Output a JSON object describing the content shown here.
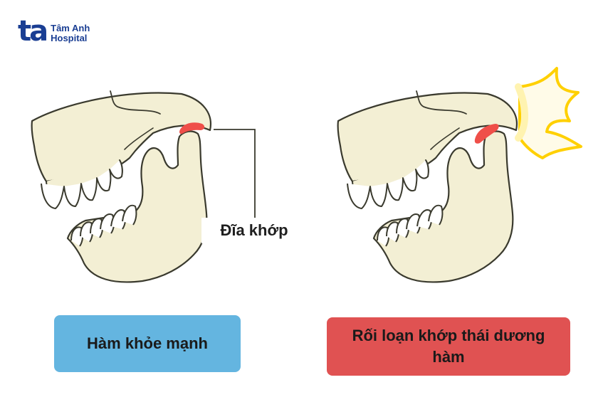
{
  "logo": {
    "mark": "ta",
    "line1": "Tâm Anh",
    "line2": "Hospital"
  },
  "labels": {
    "disc": "Đĩa khớp"
  },
  "captions": {
    "healthy": "Hàm khỏe mạnh",
    "disorder": "Rối loạn khớp thái dương hàm"
  },
  "colors": {
    "bone": "#f3efd4",
    "outline": "#3a3a2e",
    "disc": "#ef4f49",
    "flash": "#ffd000",
    "brand": "#1a3e93"
  }
}
